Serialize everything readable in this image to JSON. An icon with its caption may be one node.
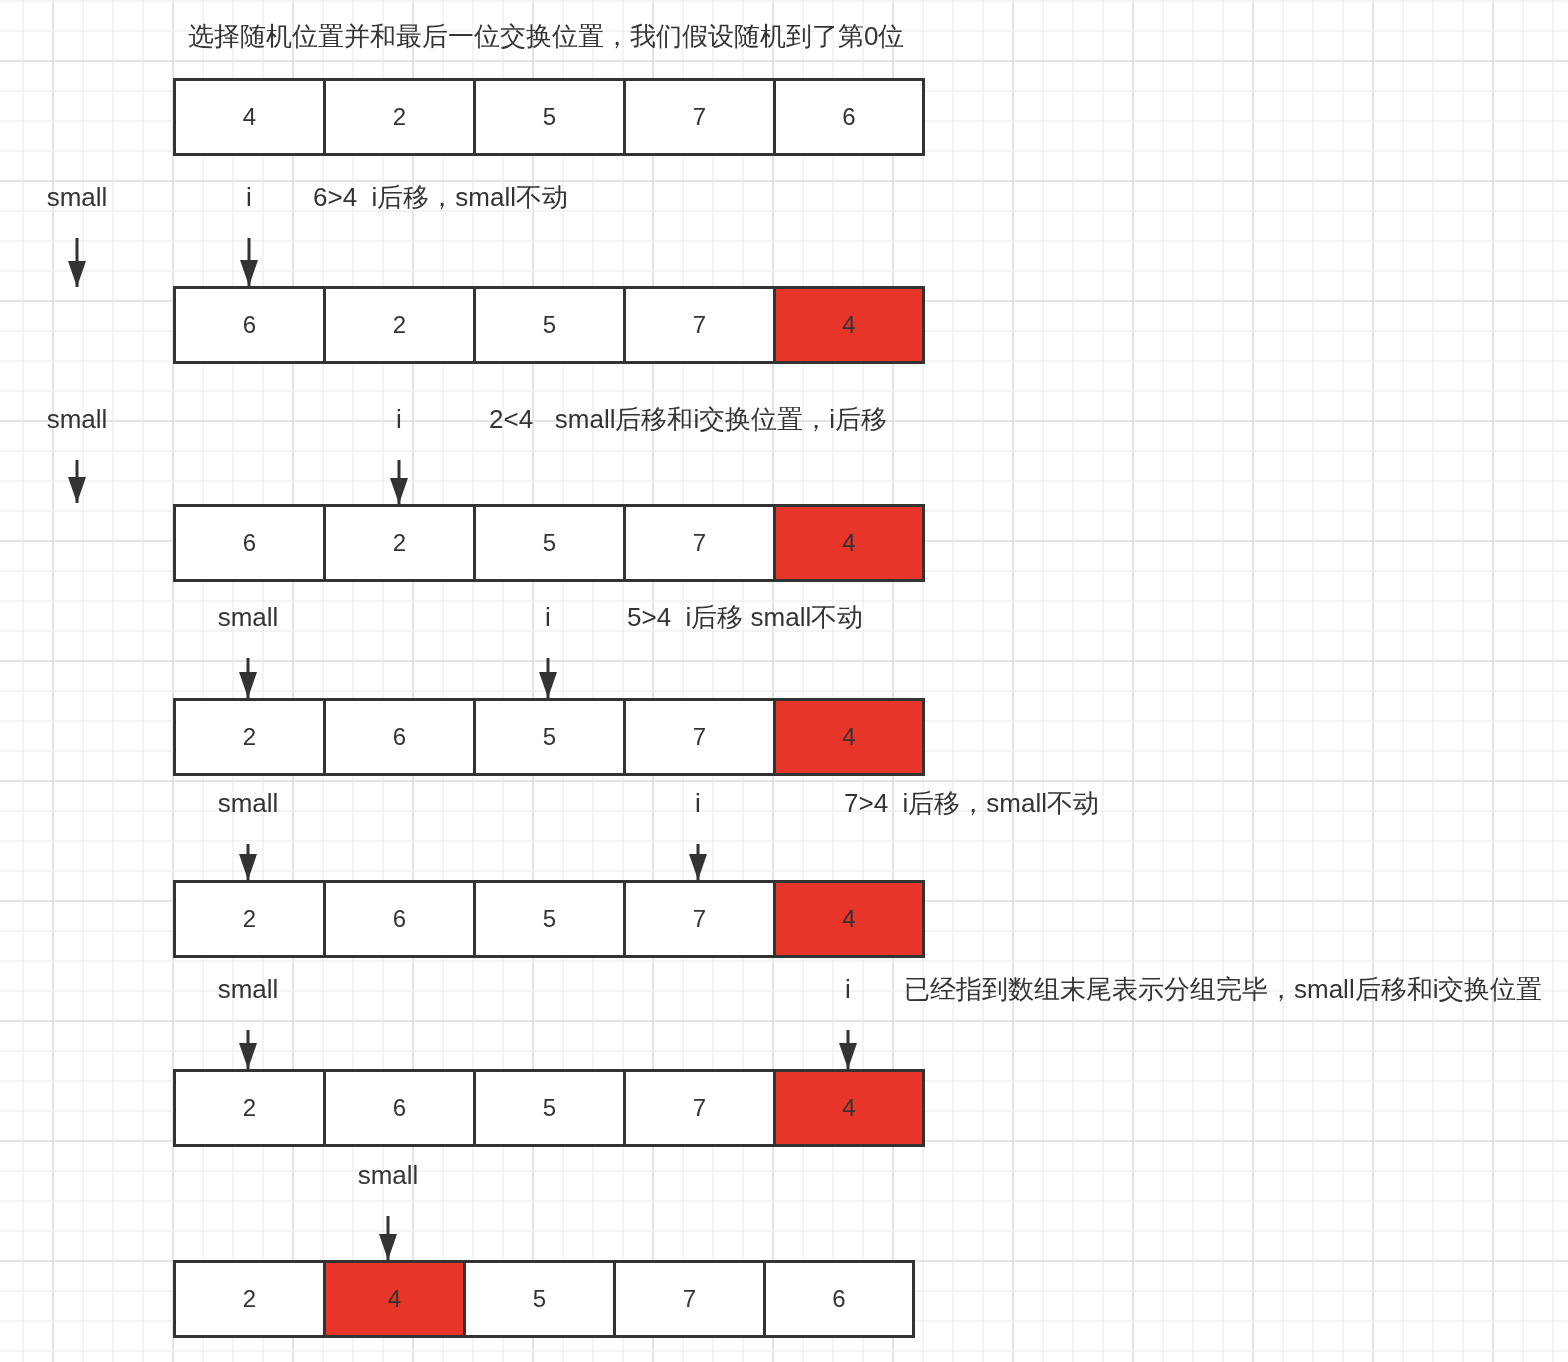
{
  "diagram": {
    "title": "选择随机位置并和最后一位交换位置，我们假设随机到了第0位",
    "nodes": [
      {
        "text": [
          "4"
        ]
      },
      {
        "text": [
          "2"
        ]
      },
      {
        "text": [
          "5"
        ]
      },
      {
        "text": [
          "7"
        ]
      },
      {
        "text": [
          "6"
        ]
      },
      {
        "text": [
          "small"
        ]
      },
      {
        "text": [
          "i"
        ]
      },
      {
        "text": [
          "6"
        ]
      },
      {
        "text": [
          "2"
        ]
      },
      {
        "text": [
          "5"
        ]
      },
      {
        "text": [
          "7"
        ]
      },
      {
        "text": [
          "4"
        ]
      },
      {
        "text": [
          "small"
        ]
      },
      {
        "text": [
          "i"
        ]
      },
      {
        "text": [
          "6"
        ]
      },
      {
        "text": [
          "2"
        ]
      },
      {
        "text": [
          "5"
        ]
      },
      {
        "text": [
          "7"
        ]
      },
      {
        "text": [
          "4"
        ]
      },
      {
        "text": [
          "small"
        ]
      },
      {
        "text": [
          "i"
        ]
      },
      {
        "text": [
          "2"
        ]
      },
      {
        "text": [
          "6"
        ]
      },
      {
        "text": [
          "5"
        ]
      },
      {
        "text": [
          "7"
        ]
      },
      {
        "text": [
          "4"
        ]
      },
      {
        "text": [
          "small"
        ]
      },
      {
        "text": [
          "i"
        ]
      },
      {
        "text": [
          "2"
        ]
      },
      {
        "text": [
          "6"
        ]
      },
      {
        "text": [
          "5"
        ]
      },
      {
        "text": [
          "7"
        ]
      },
      {
        "text": [
          "4"
        ]
      },
      {
        "text": [
          "small"
        ]
      },
      {
        "text": [
          "i"
        ]
      },
      {
        "text": [
          "2"
        ]
      },
      {
        "text": [
          "6"
        ]
      },
      {
        "text": [
          "5"
        ]
      },
      {
        "text": [
          "7"
        ]
      },
      {
        "text": [
          "4"
        ]
      },
      {
        "text": [
          "small"
        ]
      },
      {
        "text": [
          "2"
        ]
      },
      {
        "text": [
          "4"
        ]
      },
      {
        "text": [
          "5"
        ]
      },
      {
        "text": [
          "7"
        ]
      },
      {
        "text": [
          "6"
        ]
      }
    ],
    "edges": [
      {
        "from": 5,
        "to": null,
        "arrow": "to"
      },
      {
        "from": 6,
        "to": 7,
        "arrow": "to"
      },
      {
        "from": 12,
        "to": null,
        "arrow": "to"
      },
      {
        "from": 13,
        "to": 15,
        "arrow": "to"
      },
      {
        "from": 19,
        "to": 21,
        "arrow": "to"
      },
      {
        "from": 20,
        "to": 23,
        "arrow": "to"
      },
      {
        "from": 26,
        "to": 28,
        "arrow": "to"
      },
      {
        "from": 27,
        "to": 31,
        "arrow": "to"
      },
      {
        "from": 33,
        "to": 35,
        "arrow": "to"
      },
      {
        "from": 34,
        "to": 39,
        "arrow": "to"
      },
      {
        "from": 40,
        "to": 42,
        "arrow": "to"
      }
    ],
    "labels": [
      "6>4  i后移，small不动",
      "2<4   small后移和i交换位置，i后移",
      "5>4  i后移 small不动",
      "7>4  i后移，small不动",
      "已经指到数组末尾表示分组完毕，small后移和i交换位置"
    ]
  }
}
